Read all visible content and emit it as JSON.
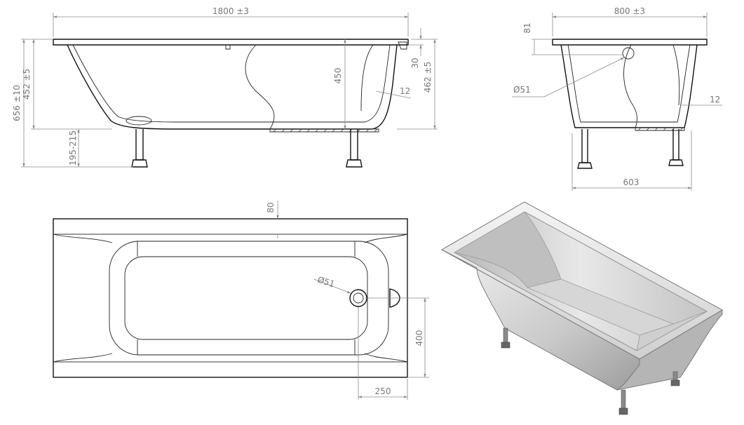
{
  "colors": {
    "line": "#111111",
    "dimension": "#8a8a8a",
    "dimension_text": "#777777",
    "render_light": "#e6e6e6",
    "render_mid": "#c8c8c8",
    "render_dark": "#9a9a9a"
  },
  "side_view": {
    "length": "1800 ±3",
    "overall_height": "656 ±10",
    "tub_height": "452 ±5",
    "leg_range": "195-215",
    "inner_depth": "450",
    "rim_offset": "30",
    "right_height": "462 ±5",
    "wall_thickness": "12"
  },
  "end_view": {
    "width": "800 ±3",
    "rim_height": "81",
    "drain_diameter": "Ø51",
    "wall_thickness": "12",
    "leg_span": "603"
  },
  "top_view": {
    "rim_width": "80",
    "drain_diameter": "Ø51",
    "drain_from_side": "400",
    "drain_from_end": "250"
  }
}
